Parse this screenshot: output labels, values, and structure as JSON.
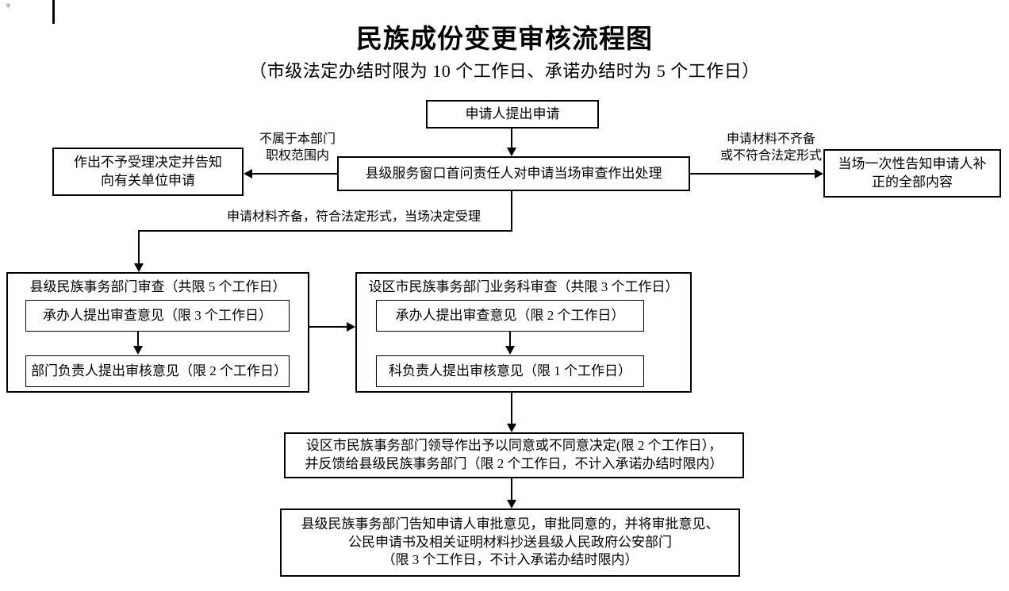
{
  "header": {
    "title": "民族成份变更审核流程图",
    "subtitle": "（市级法定办结时限为 10 个工作日、承诺办结时为 5 个工作日）"
  },
  "nodes": {
    "applicant_submit": "申请人提出申请",
    "county_window_review": "县级服务窗口首问责任人对申请当场审查作出处理",
    "reject_notice": "作出不予受理决定并告知\n向有关单位申请",
    "onsite_supplement_notice": "当场一次性告知申请人补\n正的全部内容",
    "county_group_title": "县级民族事务部门审查（共限 5 个工作日）",
    "county_step1": "承办人提出审查意见（限 3 个工作日）",
    "county_step2": "部门负责人提出审核意见（限 2 个工作日）",
    "city_group_title": "设区市民族事务部门业务科审查（共限 3 个工作日）",
    "city_step1": "承办人提出审查意见（限 2 个工作日）",
    "city_step2": "科负责人提出审核意见（限 1 个工作日）",
    "city_leader_decision": "设区市民族事务部门领导作出予以同意或不同意决定(限 2 个工作日），\n并反馈给县级民族事务部门（限 2 个工作日，不计入承诺办结时限内）",
    "county_notify_applicant": "县级民族事务部门告知申请人审批意见，审批同意的，并将审批意见、\n公民申请书及相关证明材料抄送县级人民政府公安部门\n（限 3 个工作日，不计入承诺办结时限内）"
  },
  "edge_labels": {
    "not_in_scope": "不属于本部门\n职权范围内",
    "materials_incomplete": "申请材料不齐备\n或不符合法定形式",
    "materials_complete": "申请材料齐备，符合法定形式，当场决定受理"
  },
  "artifacts": {
    "corner_mark": "▼"
  },
  "colors": {
    "stroke": "#000000",
    "background": "#ffffff",
    "artifact": "#b9b9b9"
  },
  "chart_data": {
    "type": "diagram",
    "title": "民族成份变更审核流程图",
    "subtitle": "（市级法定办结时限为 10 个工作日、承诺办结时为 5 个工作日）",
    "nodes": [
      {
        "id": "n1",
        "label": "申请人提出申请",
        "shape": "rect"
      },
      {
        "id": "n2",
        "label": "县级服务窗口首问责任人对申请当场审查作出处理",
        "shape": "rect"
      },
      {
        "id": "n3",
        "label": "作出不予受理决定并告知向有关单位申请",
        "shape": "rect"
      },
      {
        "id": "n4",
        "label": "当场一次性告知申请人补正的全部内容",
        "shape": "rect"
      },
      {
        "id": "n5",
        "label": "县级民族事务部门审查（共限 5 个工作日）",
        "shape": "group"
      },
      {
        "id": "n5a",
        "label": "承办人提出审查意见（限 3 个工作日）",
        "shape": "rect",
        "parent": "n5"
      },
      {
        "id": "n5b",
        "label": "部门负责人提出审核意见（限 2 个工作日）",
        "shape": "rect",
        "parent": "n5"
      },
      {
        "id": "n6",
        "label": "设区市民族事务部门业务科审查（共限 3 个工作日）",
        "shape": "group"
      },
      {
        "id": "n6a",
        "label": "承办人提出审查意见（限 2 个工作日）",
        "shape": "rect",
        "parent": "n6"
      },
      {
        "id": "n6b",
        "label": "科负责人提出审核意见（限 1 个工作日）",
        "shape": "rect",
        "parent": "n6"
      },
      {
        "id": "n7",
        "label": "设区市民族事务部门领导作出予以同意或不同意决定(限 2 个工作日），并反馈给县级民族事务部门（限 2 个工作日，不计入承诺办结时限内）",
        "shape": "rect"
      },
      {
        "id": "n8",
        "label": "县级民族事务部门告知申请人审批意见，审批同意的，并将审批意见、公民申请书及相关证明材料抄送县级人民政府公安部门（限 3 个工作日，不计入承诺办结时限内）",
        "shape": "rect"
      }
    ],
    "edges": [
      {
        "from": "n1",
        "to": "n2",
        "label": "",
        "direction": "down"
      },
      {
        "from": "n2",
        "to": "n3",
        "label": "不属于本部门职权范围内",
        "direction": "left"
      },
      {
        "from": "n2",
        "to": "n4",
        "label": "申请材料不齐备或不符合法定形式",
        "direction": "right"
      },
      {
        "from": "n2",
        "to": "n5",
        "label": "申请材料齐备，符合法定形式，当场决定受理",
        "direction": "down-left"
      },
      {
        "from": "n5a",
        "to": "n5b",
        "label": "",
        "direction": "down"
      },
      {
        "from": "n5",
        "to": "n6",
        "label": "",
        "direction": "right"
      },
      {
        "from": "n6a",
        "to": "n6b",
        "label": "",
        "direction": "down"
      },
      {
        "from": "n6",
        "to": "n7",
        "label": "",
        "direction": "down"
      },
      {
        "from": "n7",
        "to": "n8",
        "label": "",
        "direction": "down"
      }
    ]
  }
}
